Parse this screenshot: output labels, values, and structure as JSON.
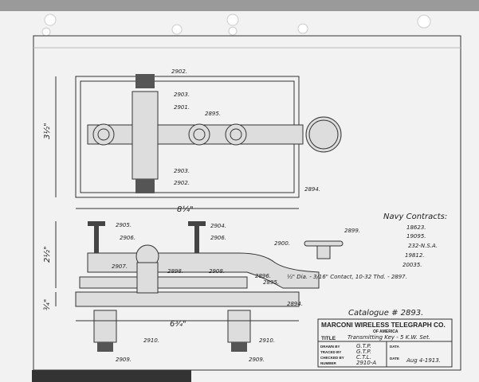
{
  "top_view": {
    "labels": [
      "2902.",
      "2903.",
      "2901.",
      "2895.",
      "2903.",
      "2902.",
      "2894."
    ],
    "dim_height": "3½\"",
    "dim_width": "8¼\""
  },
  "side_view": {
    "labels": [
      "2905.",
      "2906.",
      "2904.",
      "2906.",
      "2900.",
      "2899.",
      "2907.",
      "2898.",
      "2908.",
      "2896.",
      "2895.",
      "2894.",
      "2910.",
      "2910.",
      "2909.",
      "2909."
    ],
    "dim_height": "2½\"",
    "dim_base": "¾\"",
    "dim_width": "6¾\"",
    "contact_note": "½\" Dia. - 3/16\" Contact, 10-32 Thd. - 2897."
  },
  "navy_contracts": {
    "title": "Navy Contracts:",
    "numbers": [
      "18623.",
      "19095.",
      "232-N.S.A.",
      "19812.",
      "20035."
    ]
  },
  "catalogue": "Catalogue # 2893.",
  "title_block": {
    "company": "MARCONI WIRELESS TELEGRAPH CO.",
    "subtitle": "OF AMERICA",
    "title_label": "TITLE",
    "title_value": "Transmitting Key - 5 K.W. Set.",
    "drawn_by_label": "DRAWN BY",
    "drawn_by": "G.T.P.",
    "traced_by_label": "TRACED BY",
    "traced_by": "G.T.P.",
    "checked_by_label": "CHECKED BY",
    "checked_by": "C.T.L.",
    "number_label": "NUMBER",
    "number": "2910-A",
    "data_label": "DATA",
    "date_label": "DATE",
    "date": "Aug 4-1913."
  }
}
